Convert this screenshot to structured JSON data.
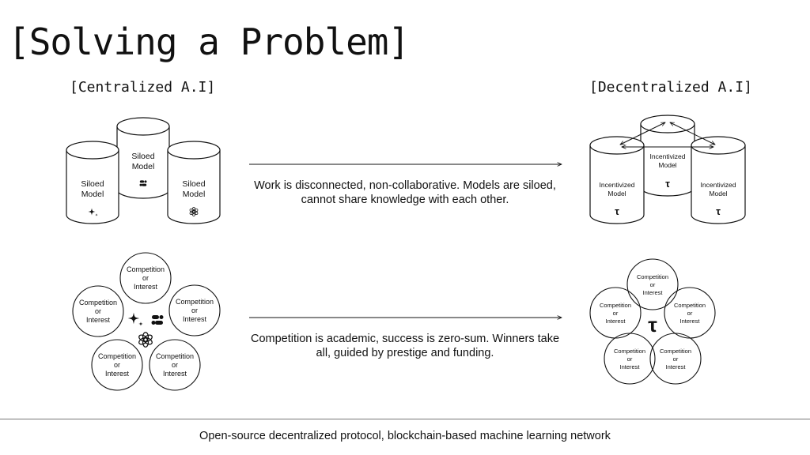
{
  "title": "[Solving a Problem]",
  "left_heading": "[Centralized A.I]",
  "right_heading": "[Decentralized A.I]",
  "siloed": {
    "line1": "Siloed",
    "line2": "Model"
  },
  "incentivized": {
    "line1": "Incentivized",
    "line2": "Model",
    "glyph": "τ"
  },
  "competition": {
    "line1": "Competition",
    "line2": "or",
    "line3": "Interest"
  },
  "row1_description": "Work is disconnected, non-collaborative. Models are siloed, cannot share knowledge with each other.",
  "row2_description": "Competition is academic, success is zero-sum. Winners take all, guided by prestige and funding.",
  "footer": "Open-source decentralized protocol, blockchain-based machine learning network",
  "icons": [
    "sparkle-icon",
    "anthropic-mark-icon",
    "openai-knot-icon",
    "tau-icon"
  ]
}
